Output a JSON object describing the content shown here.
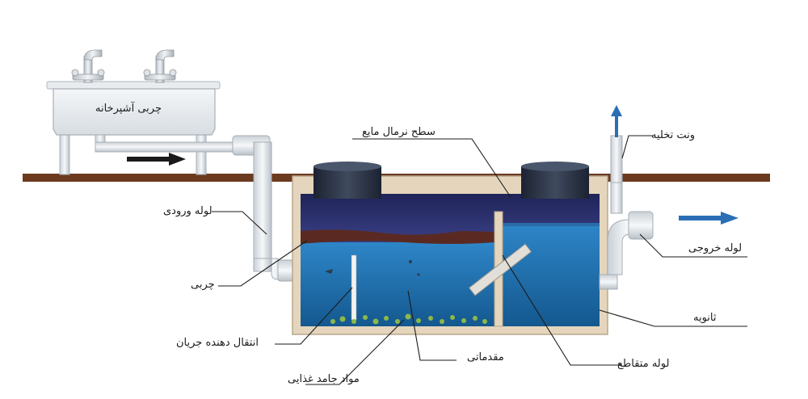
{
  "labels": {
    "kitchen_grease": "چربی آشپرخانه",
    "normal_liquid_level": "سطح نرمال مایع",
    "vent": "ونت تخلیه",
    "inlet_pipe": "لوله ورودی",
    "outlet_pipe": "لوله خروجی",
    "grease": "چربی",
    "secondary": "ثانویه",
    "flow_diverter": "انتقال دهنده جریان",
    "cross_pipe": "لوله متقاطع",
    "primary": "مقدماتی",
    "food_solids": "مواد جامد غذایی"
  },
  "colors": {
    "ground": "#6b3a1f",
    "tank_wall": "#e4d5bc",
    "water_primary": "#1c6fae",
    "water_secondary": "#1e78b8",
    "grease_layer": "#5a2a22",
    "air_space": "#2b2f6e",
    "pipe": "#e9edf0",
    "flow_arrow_dark": "#1a1a1a",
    "flow_arrow_blue": "#2a6fb5"
  }
}
